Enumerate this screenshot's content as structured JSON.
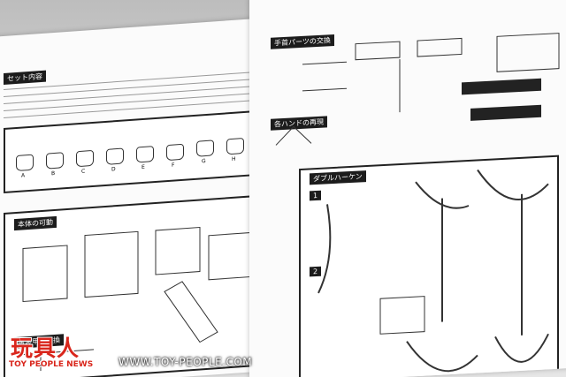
{
  "watermark": {
    "logo_cn": "玩具人",
    "logo_en": "TOY PEOPLE NEWS",
    "url": "WWW.TOY-PEOPLE.COM"
  },
  "left_sheet": {
    "parts_heading": "セット内容",
    "hand_labels": [
      "A",
      "B",
      "C",
      "D",
      "E",
      "F",
      "G",
      "H"
    ],
    "section_headers": [
      "本体の可動",
      "腰装甲の交換"
    ]
  },
  "right_sheet": {
    "section_headers": [
      "手首パーツの交換",
      "各ハンドの再現",
      "ダブルハーケン"
    ],
    "numbers": [
      "1",
      "2"
    ]
  }
}
